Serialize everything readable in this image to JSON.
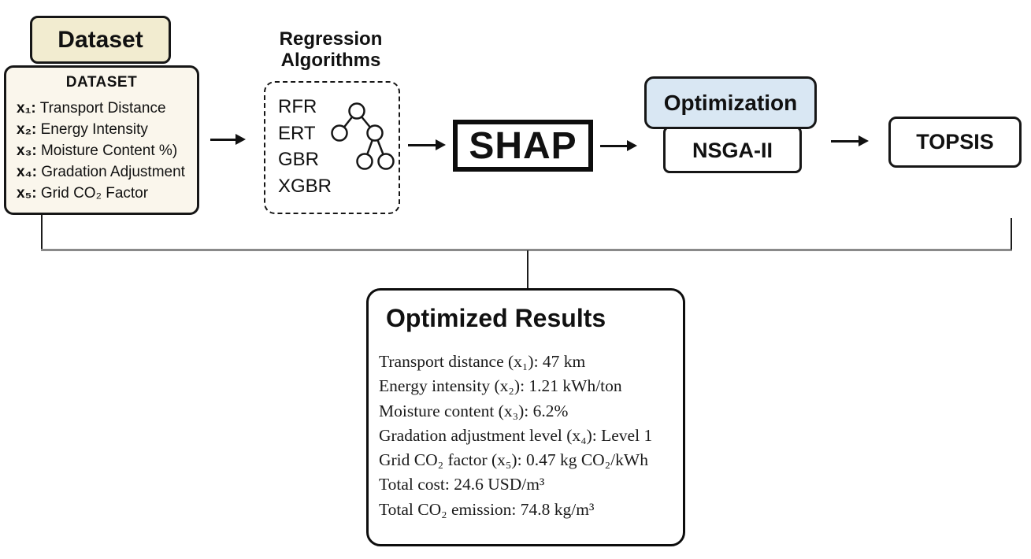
{
  "palette": {
    "dataset_label_fill": "#f2ecd0",
    "dataset_box_fill": "#faf6ec",
    "optimization_fill": "#d9e7f3",
    "ink": "#111111",
    "bracket_gray": "#8a8a8a"
  },
  "dataset": {
    "label": "Dataset",
    "header": "DATASET",
    "items": [
      {
        "var": "x₁:",
        "text": "Transport Distance"
      },
      {
        "var": "x₂:",
        "text": "Energy Intensity"
      },
      {
        "var": "x₃:",
        "text": "Moisture Content %)"
      },
      {
        "var": "x₄:",
        "text": "Gradation Adjustment"
      },
      {
        "var": "x₅:",
        "text": "Grid CO₂ Factor"
      }
    ]
  },
  "regression": {
    "title_line1": "Regression",
    "title_line2": "Algorithms",
    "algorithms": [
      "RFR",
      "ERT",
      "GBR",
      "XGBR"
    ],
    "icon": "decision-tree-icon"
  },
  "shap": {
    "label": "SHAP"
  },
  "optimization": {
    "label": "Optimization",
    "algorithm": "NSGA-II"
  },
  "topsis": {
    "label": "TOPSIS"
  },
  "results": {
    "title": "Optimized Results",
    "lines": [
      "Transport distance (x₁): 47 km",
      "Energy intensity (x₂): 1.21 kWh/ton",
      "Moisture content (x₃): 6.2%",
      "Gradation adjustment level (x₄): Level 1",
      "Grid CO₂ factor (x₅): 0.47 kg CO₂/kWh",
      "Total cost: 24.6 USD/m³",
      "Total CO₂ emission: 74.8 kg/m³"
    ]
  }
}
